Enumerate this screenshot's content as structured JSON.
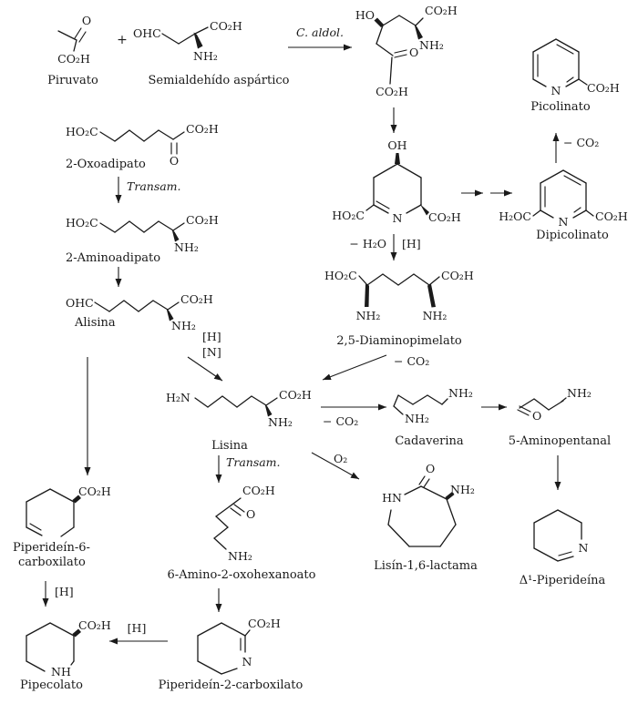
{
  "ink": "#1a1a1a",
  "background": "#ffffff",
  "names": {
    "piruvato": "Piruvato",
    "semialdehido": "Semialdehído aspártico",
    "picolinato": "Picolinato",
    "oxoadipato": "2-Oxoadipato",
    "aminoadipato": "2-Aminoadipato",
    "dipicolinato": "Dipicolinato",
    "diaminopimelato": "2,5-Diaminopimelato",
    "alisina": "Alisina",
    "lisina": "Lisina",
    "cadaverina": "Cadaverina",
    "aminopentanal": "5-Aminopentanal",
    "piperidein6_l1": "Piperideín-6-",
    "piperidein6_l2": "carboxilato",
    "aminooxohexanoato": "6-Amino-2-oxohexanoato",
    "lactama": "Lisín-1,6-lactama",
    "piperideina": "Δ¹-Piperideína",
    "pipecolato": "Pipecolato",
    "piperidein2": "Piperideín-2-carboxilato"
  },
  "reactions": {
    "plus": "+",
    "c_aldol": "C. aldol.",
    "transam1": "Transam.",
    "transam2": "Transam.",
    "minus_co2_picolinato": "− CO₂",
    "minus_h2o": "− H₂O",
    "h_cyclic": "[H]",
    "minus_co2_diamino": "− CO₂",
    "h_alisina": "[H]",
    "n_alisina": "[N]",
    "minus_co2_cadaverina": "− CO₂",
    "o2": "O₂",
    "h_pip6": "[H]",
    "h_pip2": "[H]"
  },
  "groups": {
    "piruvato_o": "O",
    "piruvato_co2h": "CO₂H",
    "semi_ohc": "OHC",
    "semi_co2h": "CO₂H",
    "semi_nh2": "NH₂",
    "aldol_ho": "HO",
    "aldol_co2h_top": "CO₂H",
    "aldol_nh2": "NH₂",
    "aldol_o": "O",
    "aldol_co2h_bottom": "CO₂H",
    "cyc_oh": "OH",
    "cyc_ho2c": "HO₂C",
    "cyc_n": "N",
    "cyc_co2h": "CO₂H",
    "dipic_h2oc": "H₂OC",
    "dipic_n": "N",
    "dipic_co2h": "CO₂H",
    "pic_n": "N",
    "pic_co2h": "CO₂H",
    "oxo_ho2c": "HO₂C",
    "oxo_co2h": "CO₂H",
    "oxo_o": "O",
    "amino_ho2c": "HO₂C",
    "amino_co2h": "CO₂H",
    "amino_nh2": "NH₂",
    "ali_ohc": "OHC",
    "ali_co2h": "CO₂H",
    "ali_nh2": "NH₂",
    "diam_ho2c": "HO₂C",
    "diam_co2h": "CO₂H",
    "diam_nh2_l": "NH₂",
    "diam_nh2_r": "NH₂",
    "lis_h2n": "H₂N",
    "lis_co2h": "CO₂H",
    "lis_nh2": "NH₂",
    "cad_nh2_top": "NH₂",
    "cad_nh2_bottom": "NH₂",
    "pent_nh2": "NH₂",
    "pent_o": "O",
    "hex_co2h": "CO₂H",
    "hex_o": "O",
    "hex_nh2": "NH₂",
    "lac_hn": "HN",
    "lac_o": "O",
    "lac_nh2": "NH₂",
    "dpip_n": "N",
    "pip6_co2h": "CO₂H",
    "pipe_co2h": "CO₂H",
    "pipe_nh": "NH",
    "pip2_co2h": "CO₂H",
    "pip2_n": "N"
  }
}
